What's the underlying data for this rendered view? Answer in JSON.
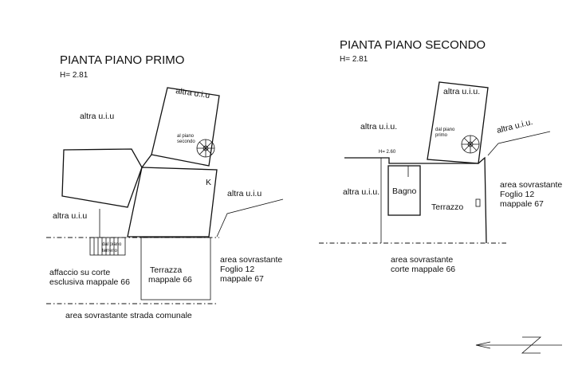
{
  "floor_first": {
    "title": "PIANTA PIANO PRIMO",
    "height": "H= 2.81",
    "labels": {
      "altra_top": "altra u.i.u",
      "altra_left_upper": "altra u.i.u",
      "altra_left_lower": "altra u.i.u",
      "altra_right": "altra u.i.u",
      "stair_note_1": "al piano",
      "stair_note_2": "secondo",
      "k": "K",
      "stair_ground_1": "dal piano",
      "stair_ground_2": "terreno",
      "affaccio_1": "affaccio su corte",
      "affaccio_2": "esclusiva mappale 66",
      "terrazza_1": "Terrazza",
      "terrazza_2": "mappale 66",
      "area_right_1": "area sovrastante",
      "area_right_2": "Foglio 12",
      "area_right_3": "mappale 67",
      "strada": "area sovrastante strada comunale"
    }
  },
  "floor_second": {
    "title": "PIANTA PIANO SECONDO",
    "height": "H= 2.81",
    "labels": {
      "altra_top": "altra u.i.u.",
      "altra_left": "altra u.i.u.",
      "altra_right": "altra u.i.u.",
      "stair_note_1": "dal piano",
      "stair_note_2": "primo",
      "h_bagno": "H= 2.60",
      "altra_bagno": "altra u.i.u.",
      "bagno": "Bagno",
      "terrazzo": "Terrazzo",
      "area_right_1": "area sovrastante",
      "area_right_2": "Foglio 12",
      "area_right_3": "mappale 67",
      "area_bottom_1": "area sovrastante",
      "area_bottom_2": "corte mappale 66"
    }
  },
  "icons": {
    "north_arrow": "north-arrow-icon",
    "spiral_stair": "spiral-stair-icon"
  }
}
